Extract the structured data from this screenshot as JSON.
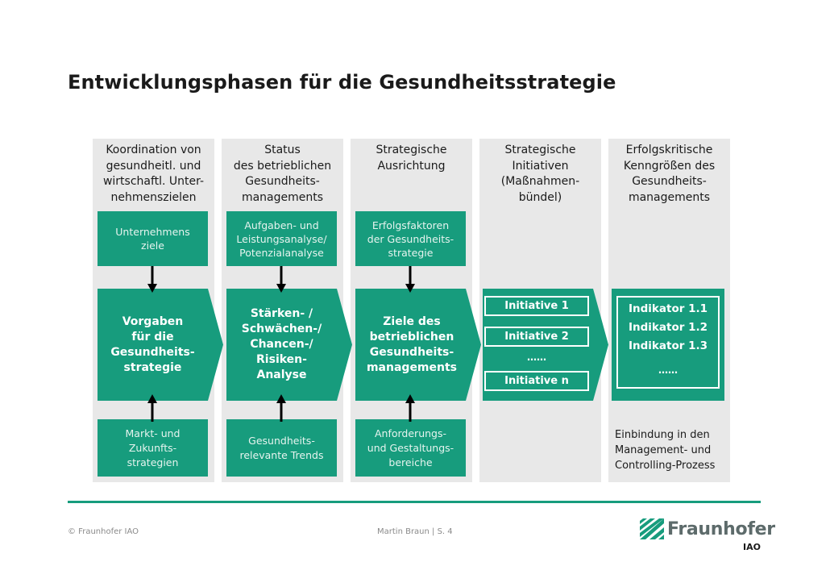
{
  "title": "Entwicklungsphasen für die Gesundheitsstrategie",
  "columns": [
    {
      "header": "Koordination von\ngesundheitl. und\nwirtschaftl. Unter-\nnehmenszielen",
      "top": "Unternehmens\nziele",
      "center": "Vorgaben\nfür die\nGesundheits-\nstrategie",
      "bottom": "Markt- und\nZukunfts-\nstrategien"
    },
    {
      "header": "Status\ndes betrieblichen\nGesundheits-\nmanagements",
      "top": "Aufgaben- und\nLeistungsanalyse/\nPotenzialanalyse",
      "center": "Stärken- /\nSchwächen-/\nChancen-/\nRisiken-\nAnalyse",
      "bottom": "Gesundheits-\nrelevante Trends"
    },
    {
      "header": "Strategische\nAusrichtung",
      "top": "Erfolgsfaktoren\nder Gesundheits-\nstrategie",
      "center": "Ziele des\nbetrieblichen\nGesundheits-\nmanagements",
      "bottom": "Anforderungs-\nund Gestaltungs-\nbereiche"
    },
    {
      "header": "Strategische\nInitiativen\n(Maßnahmen-\nbündel)",
      "initiatives": [
        "Initiative 1",
        "Initiative 2",
        "……",
        "Initiative n"
      ]
    },
    {
      "header": "Erfolgskritische\nKenngrößen des\nGesundheits-\nmanagements",
      "indicators": [
        "Indikator 1.1",
        "Indikator 1.2",
        "Indikator 1.3",
        "……"
      ],
      "bottom": "Einbindung in den\nManagement- und\nControlling-Prozess"
    }
  ],
  "footer": {
    "copyright": "© Fraunhofer IAO",
    "page": "Martin Braun  |  S. 4",
    "logo_name": "Fraunhofer",
    "logo_sub": "IAO"
  },
  "colors": {
    "accent": "#179c7d",
    "column_bg": "#e8e8e8"
  }
}
